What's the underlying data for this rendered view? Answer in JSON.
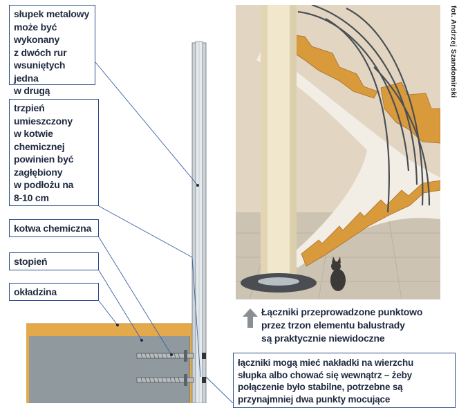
{
  "labels": {
    "slupek": "słupek metalowy\nmoże być\nwykonany\nz dwóch rur\nwsuniętych jedna\nw drugą",
    "trzpien": "trzpień\numieszczony\nw kotwie\nchemicznej\npowinien być\nzagłębiony\nw podłożu na\n8-10 cm",
    "kotwa": "kotwa chemiczna",
    "stopien": "stopień",
    "okladzina": "okładzina",
    "laczniki": "łączniki mogą mieć nakładki na wierzchu\nsłupka albo chować się wewnątrz – żeby\npołączenie było stabilne, potrzebne są\nprzynajmniej dwa punkty mocujące"
  },
  "caption": "Łączniki przeprowadzone punktowo\nprzez trzon elementu balustrady\nsą praktycznie niewidoczne",
  "credit": "fot. Andrzej Szandomirski",
  "colors": {
    "box_border": "#2a4b8a",
    "leader_line": "#3a5fa8",
    "wood": "#e4a94b",
    "concrete": "#8f999e",
    "post": "#cdd3d6",
    "arrow": "#8a8f96"
  }
}
